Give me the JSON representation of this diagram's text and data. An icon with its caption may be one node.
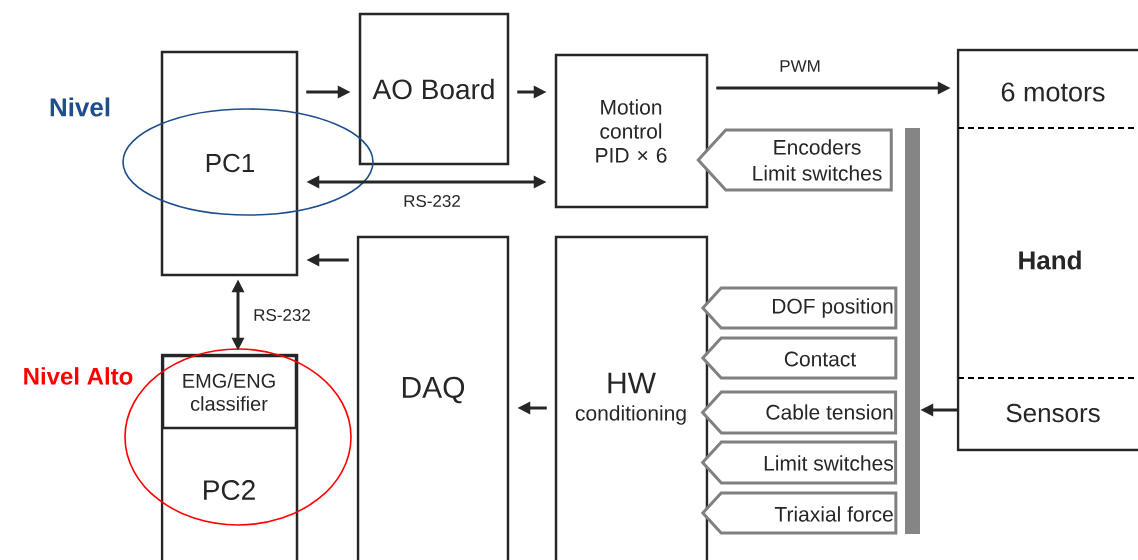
{
  "diagram": {
    "nodes": [
      {
        "text": [
          "PC1"
        ]
      },
      {
        "text": [
          "AO Board"
        ]
      },
      {
        "text": [
          "Motion control PID × 6"
        ]
      },
      {
        "text": [
          "Hand"
        ]
      },
      {
        "text": [
          "6 motors"
        ],
        "in": 3
      },
      {
        "text": [
          "Sensors"
        ],
        "in": 3
      },
      {
        "text": [
          "PC2"
        ]
      },
      {
        "text": [
          "EMG/ENG classifier"
        ],
        "in": 6
      },
      {
        "text": [
          "DAQ"
        ]
      },
      {
        "text": [
          "HW",
          "conditioning"
        ]
      },
      {
        "text": [
          "Encoders",
          "Limit switches"
        ]
      },
      {
        "text": [
          "DOF position"
        ]
      },
      {
        "text": [
          "Contact"
        ]
      },
      {
        "text": [
          "Cable tension"
        ]
      },
      {
        "text": [
          "Limit switches"
        ]
      },
      {
        "text": [
          "Triaxial force"
        ]
      },
      {
        "text": [],
        "shape": "bar"
      }
    ],
    "edges": [
      {
        "from": 0,
        "to": 1,
        "arrow": "to"
      },
      {
        "from": 1,
        "to": 2,
        "arrow": "to"
      },
      {
        "from": 0,
        "to": 2,
        "arrow": "both",
        "label": "RS-232"
      },
      {
        "from": 2,
        "to": 4,
        "arrow": "to",
        "label": "PWM"
      },
      {
        "from": 8,
        "to": 0,
        "arrow": "to"
      },
      {
        "from": 0,
        "to": 6,
        "arrow": "both",
        "label": "RS-232"
      },
      {
        "from": 9,
        "to": 8,
        "arrow": "to"
      },
      {
        "from": 5,
        "to": 16,
        "arrow": "to"
      }
    ],
    "labels": [
      "Nivel",
      "Nivel Alto"
    ]
  }
}
